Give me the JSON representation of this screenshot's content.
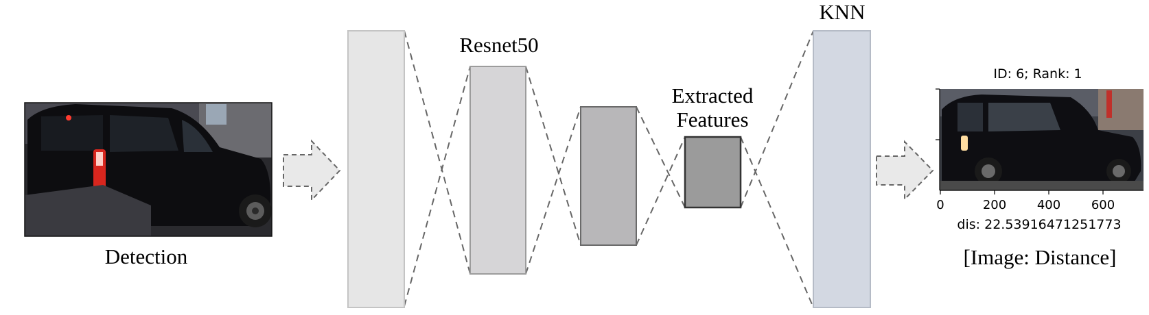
{
  "labels": {
    "detection": "Detection",
    "backbone": "Resnet50",
    "features_line1": "Extracted",
    "features_line2": "Features",
    "matcher": "KNN",
    "output": "[Image: Distance]"
  },
  "result_plot": {
    "title": "ID: 6; Rank: 1",
    "x_ticks": [
      "0",
      "200",
      "400",
      "600"
    ],
    "distance_text": "dis: 22.53916471251773"
  },
  "colors": {
    "layer_1": "#e6e6e6",
    "layer_2": "#d6d5d7",
    "layer_3": "#b8b7b9",
    "feature_block": "#9b9b9b",
    "knn_block": "#d3d8e2",
    "arrow_fill": "#e9e9e9",
    "dash_line": "#666666"
  },
  "icons": {
    "input_arrow": "right-arrow-icon",
    "output_arrow": "right-arrow-icon"
  }
}
